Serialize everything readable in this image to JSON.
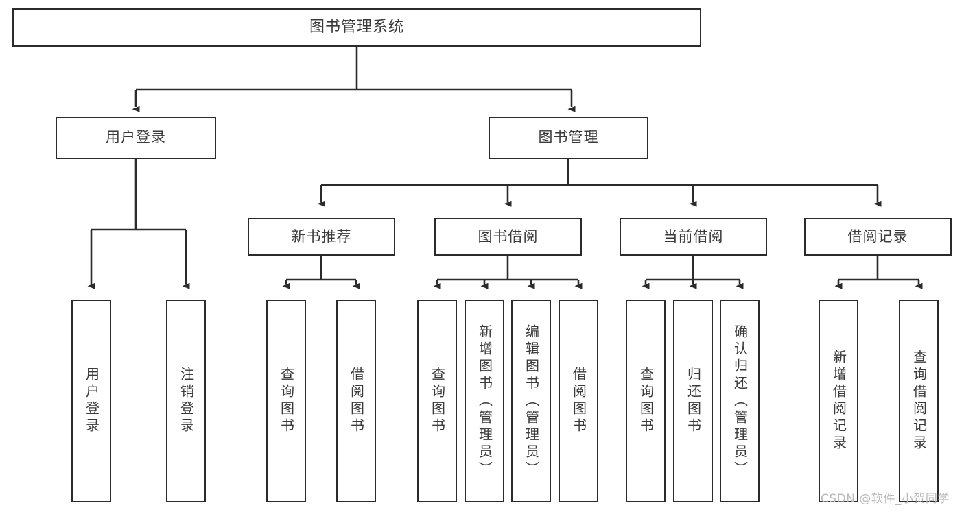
{
  "diagram": {
    "title": "图书管理系统",
    "type": "hierarchy-tree",
    "colors": {
      "box_border": "#2b2b2b",
      "box_fill": "#ffffff",
      "text": "#3a3a3a",
      "edge": "#2b2b2b",
      "watermark": "#b9b9b9"
    },
    "levels": [
      {
        "level": 1,
        "nodes": [
          {
            "id": "root",
            "label": "图书管理系统",
            "orientation": "horizontal"
          }
        ]
      },
      {
        "level": 2,
        "nodes": [
          {
            "id": "user-login",
            "label": "用户登录",
            "orientation": "horizontal",
            "parent": "root"
          },
          {
            "id": "book-manage",
            "label": "图书管理",
            "orientation": "horizontal",
            "parent": "root"
          }
        ]
      },
      {
        "level": 3,
        "nodes": [
          {
            "id": "new-book-rec",
            "label": "新书推荐",
            "orientation": "horizontal",
            "parent": "book-manage"
          },
          {
            "id": "book-borrow",
            "label": "图书借阅",
            "orientation": "horizontal",
            "parent": "book-manage"
          },
          {
            "id": "current-borrow",
            "label": "当前借阅",
            "orientation": "horizontal",
            "parent": "book-manage"
          },
          {
            "id": "borrow-record",
            "label": "借阅记录",
            "orientation": "horizontal",
            "parent": "book-manage"
          }
        ]
      },
      {
        "level": 4,
        "nodes": [
          {
            "id": "leaf-user-login",
            "label": "用户登录",
            "orientation": "vertical",
            "parent": "user-login"
          },
          {
            "id": "leaf-logout",
            "label": "注销登录",
            "orientation": "vertical",
            "parent": "user-login"
          },
          {
            "id": "leaf-query-book-1",
            "label": "查询图书",
            "orientation": "vertical",
            "parent": "new-book-rec"
          },
          {
            "id": "leaf-borrow-book-1",
            "label": "借阅图书",
            "orientation": "vertical",
            "parent": "new-book-rec"
          },
          {
            "id": "leaf-query-book-2",
            "label": "查询图书",
            "orientation": "vertical",
            "parent": "book-borrow"
          },
          {
            "id": "leaf-add-book",
            "label": "新增图书（管理员）",
            "orientation": "vertical",
            "parent": "book-borrow"
          },
          {
            "id": "leaf-edit-book",
            "label": "编辑图书（管理员）",
            "orientation": "vertical",
            "parent": "book-borrow"
          },
          {
            "id": "leaf-borrow-book-2",
            "label": "借阅图书",
            "orientation": "vertical",
            "parent": "book-borrow"
          },
          {
            "id": "leaf-query-book-3",
            "label": "查询图书",
            "orientation": "vertical",
            "parent": "current-borrow"
          },
          {
            "id": "leaf-return-book",
            "label": "归还图书",
            "orientation": "vertical",
            "parent": "current-borrow"
          },
          {
            "id": "leaf-confirm-return",
            "label": "确认归还（管理员）",
            "orientation": "vertical",
            "parent": "current-borrow"
          },
          {
            "id": "leaf-add-record",
            "label": "新增借阅记录",
            "orientation": "vertical",
            "parent": "borrow-record"
          },
          {
            "id": "leaf-query-record",
            "label": "查询借阅记录",
            "orientation": "vertical",
            "parent": "borrow-record"
          }
        ]
      }
    ]
  },
  "watermark": {
    "text": "CSDN @软件_小贺同学"
  }
}
